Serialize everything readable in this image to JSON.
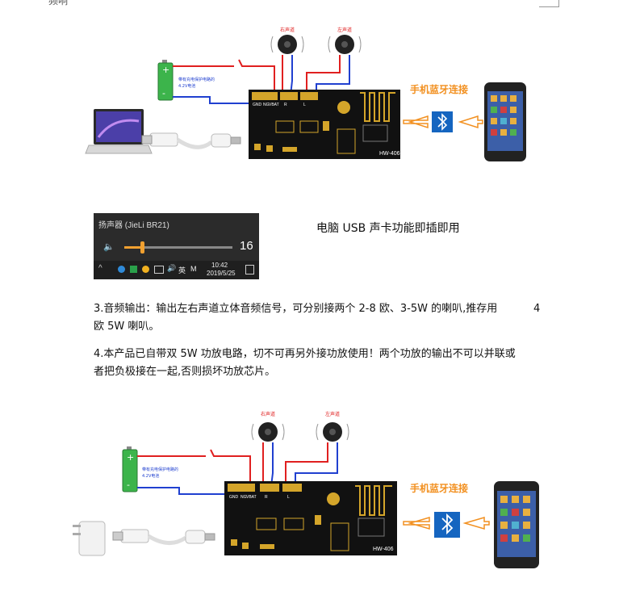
{
  "header": {
    "fragment": "频响"
  },
  "diagram1": {
    "speaker_right": "右声道",
    "speaker_left": "左声道",
    "battery_note_line1": "带有充电保护电路的",
    "battery_note_line2": "4.2V电池",
    "pins": {
      "gnd": "GND",
      "ng": "NG",
      "vbat": "VBAT",
      "r": "R",
      "l": "L"
    },
    "board_model": "HW-406",
    "bt_title": "手机蓝牙连接"
  },
  "volume_panel": {
    "device_label": "扬声器 (JieLi BR21)",
    "volume_value": "16",
    "volume_level": 0.16,
    "tray_lang": "英",
    "tray_m": "M",
    "time": "10:42",
    "date": "2019/5/25"
  },
  "usb_caption": "电脑 USB 声卡功能即插即用",
  "para3_line1": "3.音频输出：输出左右声道立体音频信号，可分别接两个 2-8 欧、3-5W 的喇叭,推存用",
  "para3_num": "4",
  "para3_line2": "欧 5W 喇叭。",
  "para4_line1": "4.本产品已自带双 5W 功放电路，切不可再另外接功放使用！两个功放的输出不可以并联或",
  "para4_line2": "者把负极接在一起,否则损坏功放芯片。",
  "diagram2": {
    "speaker_right": "右声道",
    "speaker_left": "左声道",
    "battery_note_line1": "带有充电保护电路的",
    "battery_note_line2": "4.2V电池",
    "pins": {
      "gnd": "GND",
      "ng": "NG",
      "vbat": "VBAT",
      "r": "R",
      "l": "L"
    },
    "board_model": "HW-406",
    "bt_title": "手机蓝牙连接"
  },
  "colors": {
    "wire_red": "#e02020",
    "wire_blue": "#2040d0",
    "pcb": "#111111",
    "pcb_gold": "#d4a52a",
    "arrow_orange": "#f29020",
    "bt_blue": "#1565c0",
    "battery_green": "#3cb44b"
  }
}
